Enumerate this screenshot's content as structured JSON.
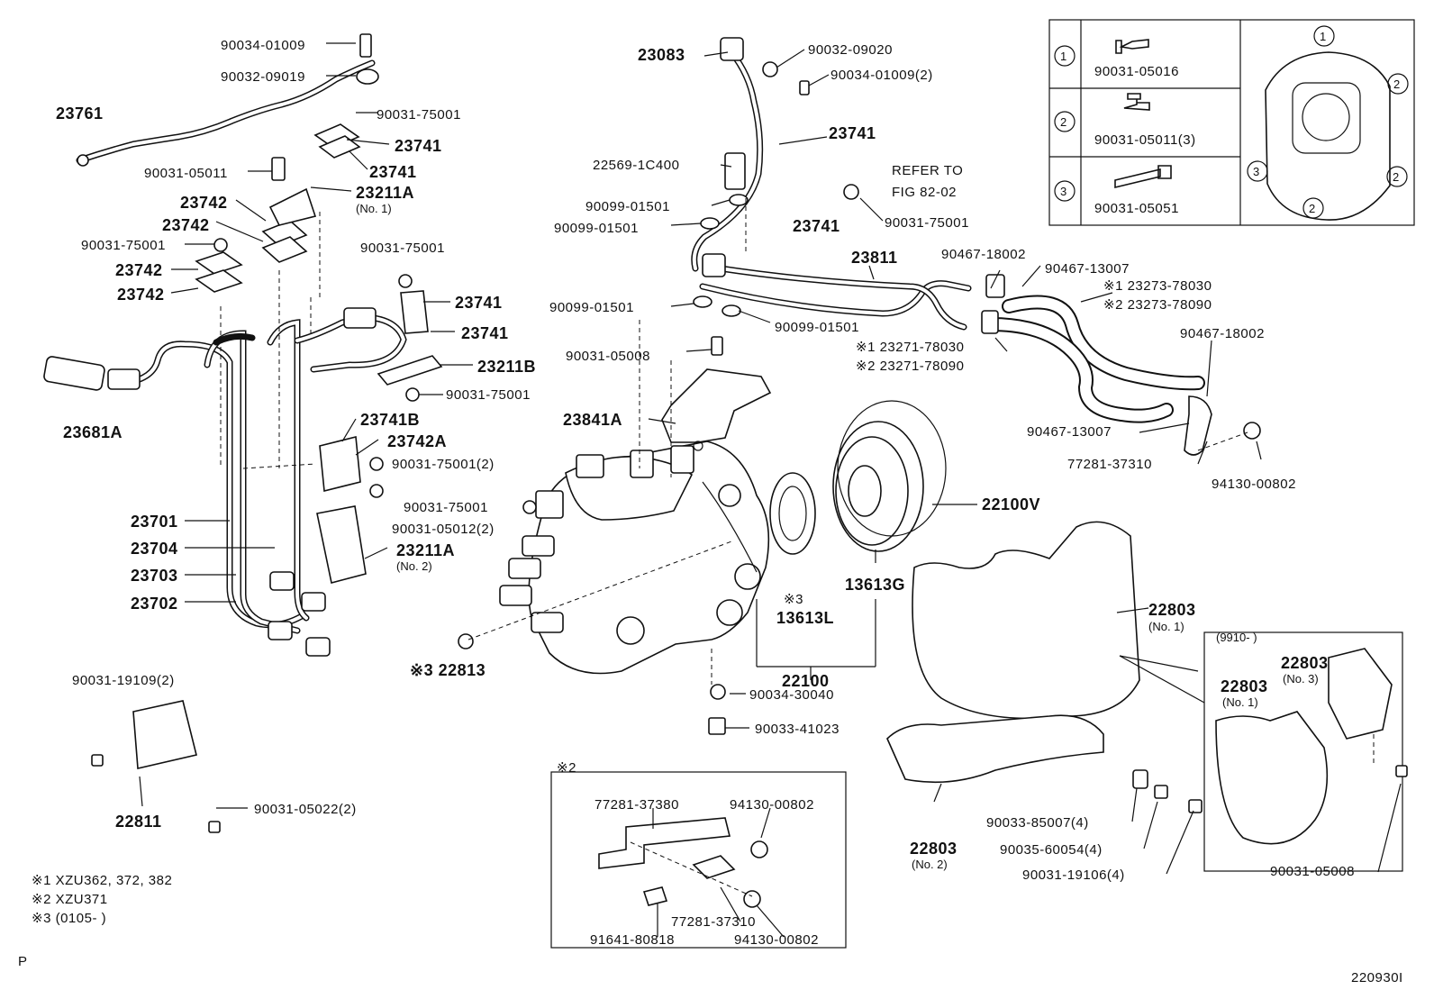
{
  "labels": {
    "p_90034_01009": "90034-01009",
    "p_90032_09019": "90032-09019",
    "p_23761": "23761",
    "p_90031_75001_a": "90031-75001",
    "p_23741_a": "23741",
    "p_23741_b": "23741",
    "p_90031_05011": "90031-05011",
    "p_23211A_1": "23211A",
    "p_no1_a": "(No. 1)",
    "p_23742_a": "23742",
    "p_23742_b": "23742",
    "p_90031_75001_b": "90031-75001",
    "p_23742_c": "23742",
    "p_23742_d": "23742",
    "p_90031_75001_c": "90031-75001",
    "p_23741_c": "23741",
    "p_23741_d": "23741",
    "p_23211B": "23211B",
    "p_90031_75001_d": "90031-75001",
    "p_23681A": "23681A",
    "p_23741B": "23741B",
    "p_23742A": "23742A",
    "p_90031_75001_2": "90031-75001(2)",
    "p_90031_75001_e": "90031-75001",
    "p_90031_05012_2": "90031-05012(2)",
    "p_23211A_2": "23211A",
    "p_no2_a": "(No. 2)",
    "p_23701": "23701",
    "p_23704": "23704",
    "p_23703": "23703",
    "p_23702": "23702",
    "p_22813": "※3 22813",
    "p_90031_19109": "90031-19109(2)",
    "p_22811": "22811",
    "p_90031_05022": "90031-05022(2)",
    "note1": "※1 XZU362, 372, 382",
    "note2": "※2 XZU371",
    "note3": "※3 (0105-        )",
    "p_P": "P",
    "p_23083": "23083",
    "p_90032_09020": "90032-09020",
    "p_90034_01009_2": "90034-01009(2)",
    "p_23741_e": "23741",
    "p_22569": "22569-1C400",
    "p_90099_a": "90099-01501",
    "p_90099_b": "90099-01501",
    "p_23741_f": "23741",
    "p_90031_75001_f": "90031-75001",
    "p_refer": "REFER TO",
    "p_fig": "FIG 82-02",
    "p_23811": "23811",
    "p_90099_c": "90099-01501",
    "p_90099_d": "90099-01501",
    "p_90031_05008": "90031-05008",
    "p_23841A": "23841A",
    "p_90467_18002_a": "90467-18002",
    "p_90467_13007_a": "90467-13007",
    "p_23273_78030": "※1  23273-78030",
    "p_23273_78090": "※2  23273-78090",
    "p_23271_78030": "※1  23271-78030",
    "p_23271_78090": "※2  23271-78090",
    "p_90467_18002_b": "90467-18002",
    "p_90467_13007_b": "90467-13007",
    "p_77281_37310_a": "77281-37310",
    "p_94130_00802_a": "94130-00802",
    "p_22100V": "22100V",
    "p_13613G": "13613G",
    "p_x3": "※3",
    "p_13613L": "13613L",
    "p_22100": "22100",
    "p_90034_30040": "90034-30040",
    "p_90033_41023": "90033-41023",
    "p_22803_a": "22803",
    "p_no1_b": "(No. 1)",
    "p_9910": "(9910-        )",
    "p_22803_b": "22803",
    "p_no3": "(No. 3)",
    "p_22803_c": "22803",
    "p_no1_c": "(No. 1)",
    "p_90031_05008_b": "90031-05008",
    "p_22803_d": "22803",
    "p_no2_b": "(No. 2)",
    "p_90033_85007": "90033-85007(4)",
    "p_90035_60054": "90035-60054(4)",
    "p_90031_19106": "90031-19106(4)",
    "inset_x2": "※2",
    "p_77281_37380": "77281-37380",
    "p_94130_00802_b": "94130-00802",
    "p_77281_37310_b": "77281-37310",
    "p_91641_80818": "91641-80818",
    "p_94130_00802_c": "94130-00802",
    "tbl_1": "1",
    "tbl_2": "2",
    "tbl_3": "3",
    "tbl_90031_05016": "90031-05016",
    "tbl_90031_05011": "90031-05011(3)",
    "tbl_90031_05051": "90031-05051",
    "fig_c1": "1",
    "fig_c2a": "2",
    "fig_c2b": "2",
    "fig_c2c": "2",
    "fig_c3": "3",
    "code": "220930I"
  }
}
